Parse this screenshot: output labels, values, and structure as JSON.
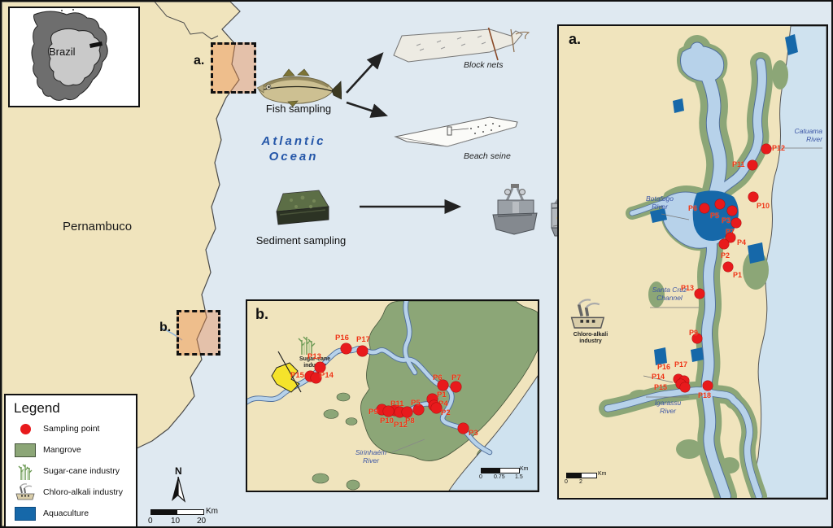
{
  "inset": {
    "country_label": "Brazil"
  },
  "left_map": {
    "state_label": "Pernambuco",
    "ocean_label": "Atlantic Ocean",
    "box_a_label": "a.",
    "box_b_label": "b."
  },
  "sampling": {
    "fish_label": "Fish sampling",
    "block_nets_label": "Block nets",
    "beach_seine_label": "Beach seine",
    "sediment_label": "Sediment sampling"
  },
  "legend": {
    "title": "Legend",
    "items": [
      {
        "swatch": "red-dot",
        "label": "Sampling point"
      },
      {
        "swatch": "green-rect",
        "label": "Mangrove"
      },
      {
        "swatch": "sugarcane-icon",
        "label": "Sugar-cane industry"
      },
      {
        "swatch": "factory-icon",
        "label": "Chloro-alkali industry"
      },
      {
        "swatch": "blue-rect",
        "label": "Aquaculture"
      }
    ]
  },
  "compass": {
    "north_label": "N"
  },
  "main_scalebar": {
    "ticks": [
      "0",
      "10",
      "20"
    ],
    "unit": "Km"
  },
  "panel_a": {
    "label": "a.",
    "river_labels": {
      "catuama": "Catuama River",
      "botafogo": "Botafogo River",
      "santa_cruz": "Santa Cruz Channel",
      "igarassu": "Igarassu River"
    },
    "industry_label": "Chloro-alkali industry",
    "scalebar": {
      "ticks": [
        "0",
        "2"
      ],
      "unit": "Km"
    },
    "points": [
      {
        "label": "P12",
        "dot": [
          255,
          151
        ],
        "lab": [
          262,
          146
        ]
      },
      {
        "label": "P11",
        "dot": [
          238,
          171
        ],
        "lab": [
          213,
          166
        ]
      },
      {
        "label": "P10",
        "dot": [
          239,
          210
        ],
        "lab": [
          243,
          217
        ]
      },
      {
        "label": "P6",
        "dot": [
          179,
          224
        ],
        "lab": [
          159,
          220
        ]
      },
      {
        "label": "P5",
        "dot": [
          198,
          219
        ],
        "lab": [
          186,
          229
        ]
      },
      {
        "label": "P3",
        "dot": [
          213,
          227
        ],
        "lab": [
          200,
          235
        ]
      },
      {
        "label": "P7",
        "dot": [
          218,
          242
        ],
        "lab": [
          205,
          249
        ]
      },
      {
        "label": "P4",
        "dot": [
          211,
          260
        ],
        "lab": [
          219,
          262
        ]
      },
      {
        "label": "P2",
        "dot": [
          203,
          268
        ],
        "lab": [
          199,
          278
        ]
      },
      {
        "label": "P1",
        "dot": [
          208,
          296
        ],
        "lab": [
          214,
          302
        ]
      },
      {
        "label": "P13",
        "dot": [
          173,
          329
        ],
        "lab": [
          150,
          318
        ]
      },
      {
        "label": "P9",
        "dot": [
          170,
          384
        ],
        "lab": [
          160,
          373
        ]
      },
      {
        "label": "P16",
        "dot": [
          147,
          434
        ],
        "lab": [
          121,
          415
        ]
      },
      {
        "label": "P17",
        "dot": [
          154,
          436
        ],
        "lab": [
          142,
          412
        ]
      },
      {
        "label": "P14",
        "dot": [
          150,
          440
        ],
        "lab": [
          114,
          427
        ]
      },
      {
        "label": "P15",
        "dot": [
          155,
          444
        ],
        "lab": [
          117,
          440
        ]
      },
      {
        "label": "P18",
        "dot": [
          183,
          442
        ],
        "lab": [
          171,
          450
        ]
      }
    ]
  },
  "panel_b": {
    "label": "b.",
    "river_label": "Sirinhaém River",
    "industry_label": "Sugar-cane industry",
    "scalebar": {
      "ticks": [
        "0",
        "0.75",
        "1.5"
      ],
      "unit": "Km"
    },
    "points": [
      {
        "label": "P16",
        "dot": [
          121,
          58
        ],
        "lab": [
          108,
          41
        ]
      },
      {
        "label": "P17",
        "dot": [
          141,
          61
        ],
        "lab": [
          134,
          43
        ]
      },
      {
        "label": "P13",
        "dot": [
          89,
          81
        ],
        "lab": [
          74,
          64
        ]
      },
      {
        "label": "P15",
        "dot": [
          77,
          92
        ],
        "lab": [
          53,
          87
        ]
      },
      {
        "label": "P14",
        "dot": [
          84,
          94
        ],
        "lab": [
          89,
          87
        ]
      },
      {
        "label": "P6",
        "dot": [
          240,
          103
        ],
        "lab": [
          228,
          90
        ]
      },
      {
        "label": "P7",
        "dot": [
          256,
          105
        ],
        "lab": [
          251,
          90
        ]
      },
      {
        "label": "P1",
        "dot": [
          227,
          120
        ],
        "lab": [
          233,
          111
        ]
      },
      {
        "label": "P4",
        "dot": [
          229,
          128
        ],
        "lab": [
          235,
          122
        ]
      },
      {
        "label": "P5",
        "dot": [
          210,
          133
        ],
        "lab": [
          201,
          121
        ]
      },
      {
        "label": "P2",
        "dot": [
          232,
          131
        ],
        "lab": [
          238,
          133
        ]
      },
      {
        "label": "P11",
        "dot": [
          181,
          134
        ],
        "lab": [
          176,
          122
        ]
      },
      {
        "label": "P9",
        "dot": [
          165,
          133
        ],
        "lab": [
          149,
          132
        ]
      },
      {
        "label": "P10",
        "dot": [
          173,
          135
        ],
        "lab": [
          163,
          143
        ]
      },
      {
        "label": "P12",
        "dot": [
          187,
          136
        ],
        "lab": [
          180,
          148
        ]
      },
      {
        "label": "P8",
        "dot": [
          196,
          136
        ],
        "lab": [
          194,
          143
        ]
      },
      {
        "label": "P3",
        "dot": [
          265,
          156
        ],
        "lab": [
          272,
          158
        ]
      }
    ]
  },
  "colors": {
    "ocean": "#dfe9f1",
    "panelOcean": "#cfe2ef",
    "land": "#f0e4bd",
    "mangrove": "#8ca677",
    "water": "#b7d2ea",
    "waterEdge": "#51709c",
    "aqua": "#1668a9",
    "red": "#e81a1c",
    "pointLabel": "#ee3312",
    "riverLabel": "#3b55a5",
    "oceanText": "#2456a8",
    "highlight": "rgba(236,138,72,0.42)",
    "yellow": "#f5e32b"
  }
}
